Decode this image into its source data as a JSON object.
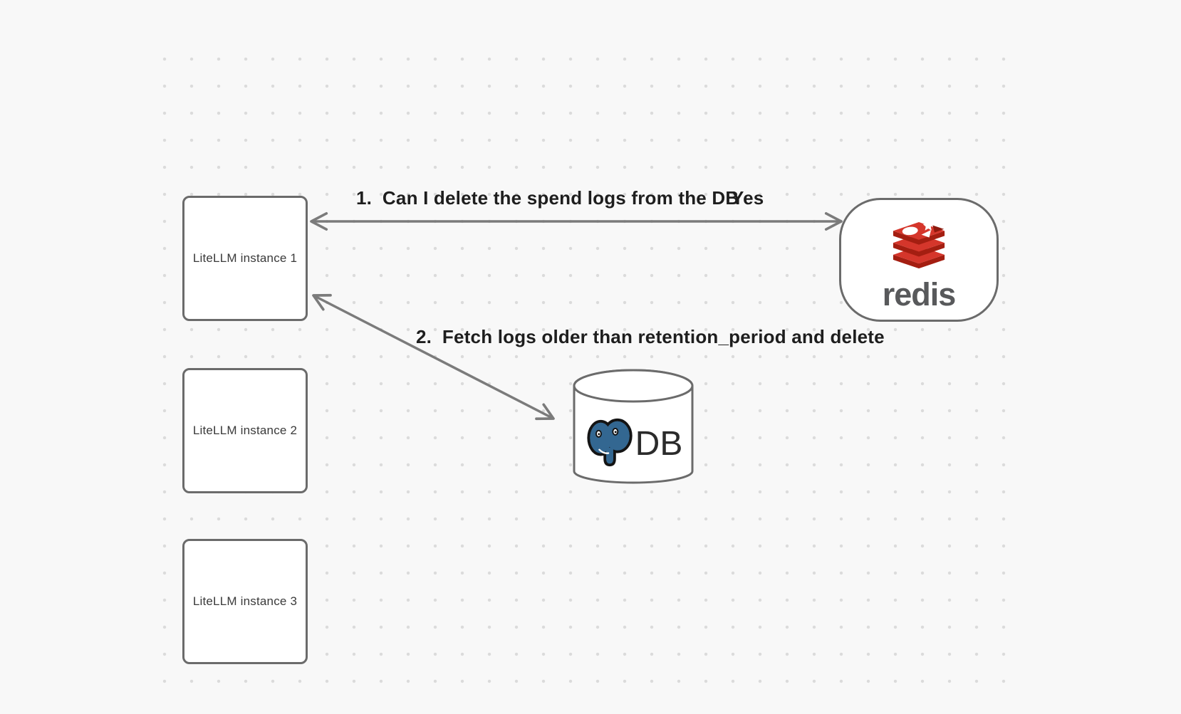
{
  "diagram": {
    "instances": [
      {
        "label": "LiteLLM instance 1"
      },
      {
        "label": "LiteLLM instance 2"
      },
      {
        "label": "LiteLLM instance 3"
      }
    ],
    "redis": {
      "wordmark": "redis"
    },
    "database": {
      "label": "DB"
    },
    "flows": {
      "step1": {
        "label": "1.  Can I delete the spend logs from the DB",
        "answer": "Yes"
      },
      "step2": {
        "label": "2.  Fetch logs older than retention_period and delete"
      }
    },
    "colors": {
      "background": "#f8f8f8",
      "dot": "#dbdbdb",
      "shape_border": "#6b6b6b",
      "arrow": "#7b7b7b",
      "edge_label_text": "#1e1e1e",
      "node_text": "#3a3a3a",
      "redis_red": "#d5362b",
      "redis_dark_red": "#a41e11",
      "redis_wordmark_gray": "#58595b",
      "postgres_blue": "#336791",
      "db_text": "#2b2b2b"
    }
  }
}
